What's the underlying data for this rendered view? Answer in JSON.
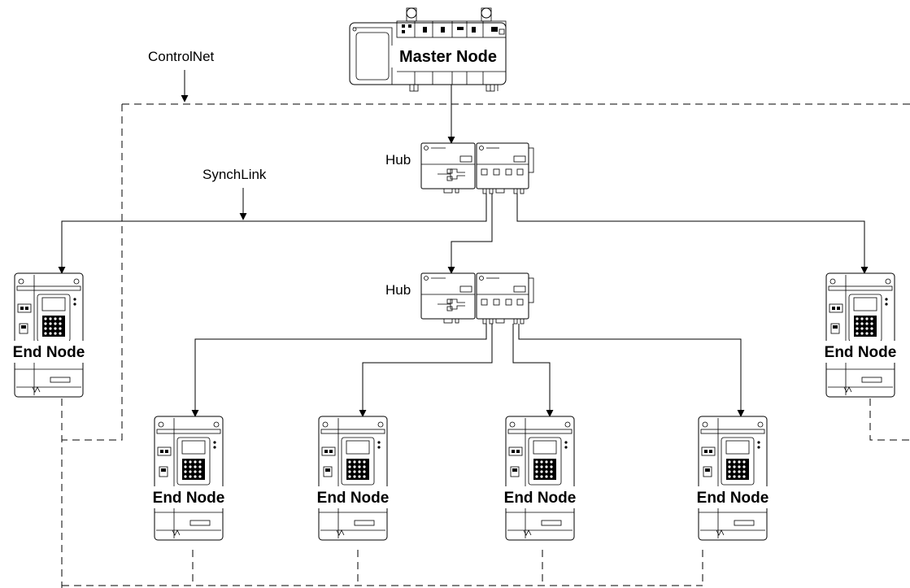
{
  "labels": {
    "controlnet": "ControlNet",
    "synchlink": "SynchLink",
    "master_node": "Master Node",
    "hub_top": "Hub",
    "hub_bottom": "Hub",
    "end_node_left": "End Node",
    "end_node_right": "End Node",
    "end_node_bottom_1": "End Node",
    "end_node_bottom_2": "End Node",
    "end_node_bottom_3": "End Node",
    "end_node_bottom_4": "End Node"
  }
}
